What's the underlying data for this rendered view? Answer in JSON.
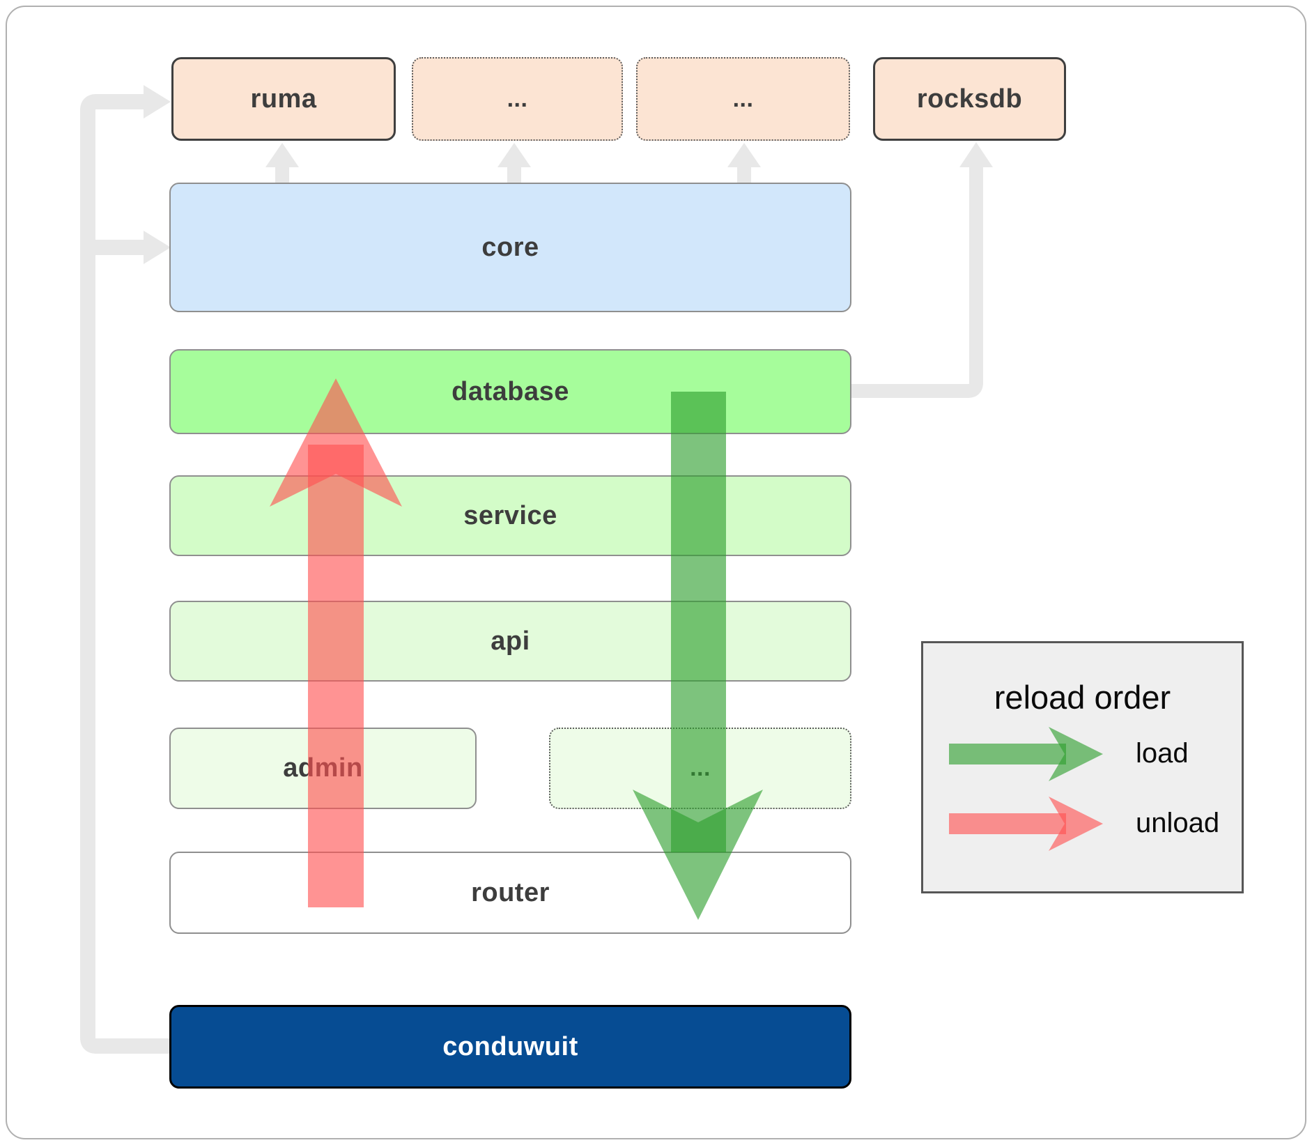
{
  "nodes": {
    "ruma": "ruma",
    "crates_more_1": "...",
    "crates_more_2": "...",
    "rocksdb": "rocksdb",
    "core": "core",
    "database": "database",
    "service": "service",
    "api": "api",
    "admin": "admin",
    "services_more": "...",
    "router": "router",
    "conduwuit": "conduwuit"
  },
  "legend": {
    "title": "reload order",
    "load_label": "load",
    "unload_label": "unload"
  },
  "colors": {
    "crate_peach": "#fce4d3",
    "core_blue": "#d2e7fb",
    "database_green": "#a6fd9b",
    "service_green": "#d3fcc8",
    "api_green": "#e3fbdb",
    "admin_green": "#eefce8",
    "router_white": "#ffffff",
    "conduwuit_blue": "#064c93",
    "load_arrow_green": "#2d9e2d",
    "unload_arrow_red": "#ff5050",
    "connector_gray": "#e8e8e8",
    "legend_bg": "#efefef"
  }
}
